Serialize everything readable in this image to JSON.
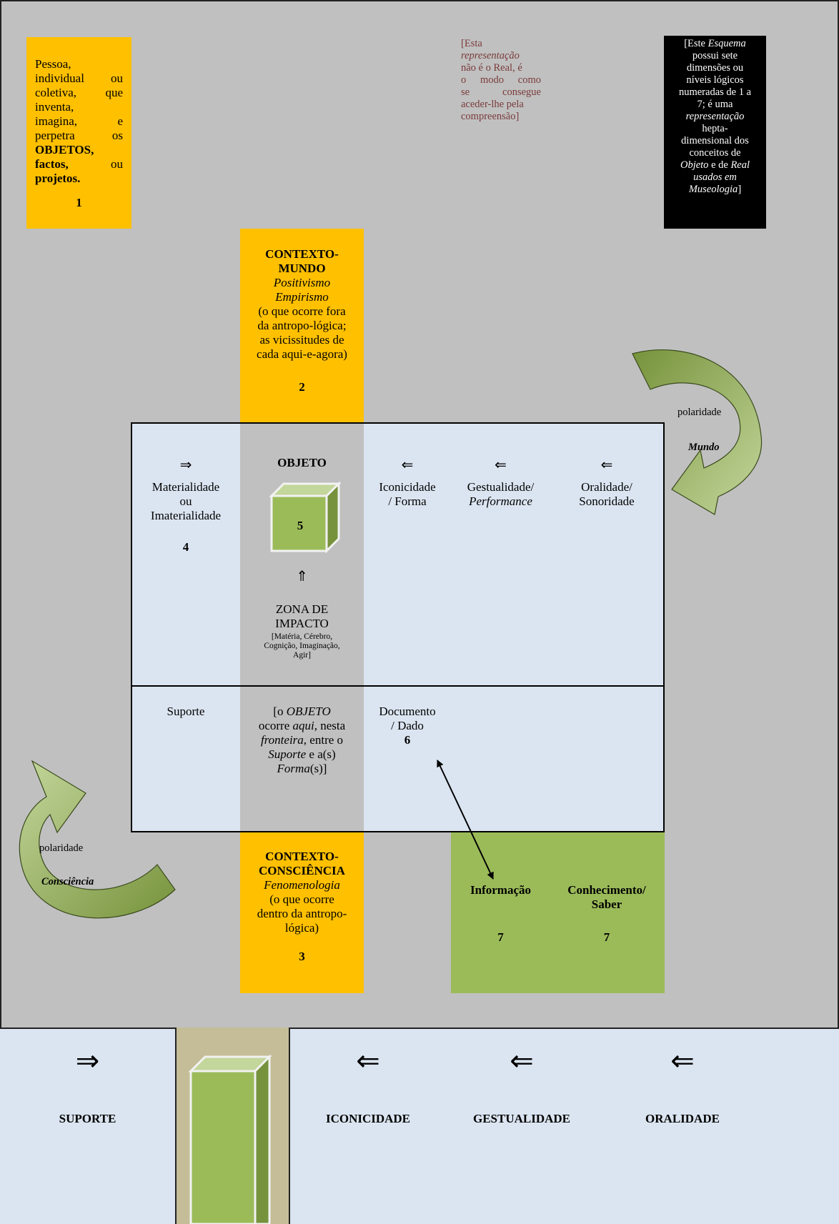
{
  "box1": {
    "lines": [
      [
        "Pessoa,"
      ],
      [
        "individual",
        "ou"
      ],
      [
        "coletiva,",
        "que"
      ],
      [
        "inventa,"
      ],
      [
        "imagina,",
        "e"
      ],
      [
        "perpetra",
        "os"
      ],
      [
        "OBJETOS,"
      ],
      [
        "factos,",
        "ou"
      ],
      [
        "projetos."
      ]
    ],
    "number": "1"
  },
  "note_real": {
    "l1": "[Esta",
    "l2": "representação",
    "l3": "não é o Real, é",
    "l4a": "o",
    "l4b": "modo",
    "l4c": "como",
    "l5a": "se",
    "l5b": "consegue",
    "l6": "aceder-lhe pela",
    "l7": "compreensão]"
  },
  "note_schema": {
    "l1a": "[Este ",
    "l1b": "Esquema",
    "l2": "possui sete",
    "l3": "dimensões ou",
    "l4": "níveis lógicos",
    "l5": "numeradas de 1 a",
    "l6": "7; é uma",
    "l7": "representação",
    "l8": "hepta-",
    "l9": "dimensional dos",
    "l10": "conceitos de",
    "l11a": "Objeto",
    "l11b": " e de ",
    "l11c": "Real",
    "l12": "usados em",
    "l13a": "Museologia",
    "l13b": "]"
  },
  "box2": {
    "title1": "CONTEXTO-",
    "title2": "MUNDO",
    "it1": "Positivismo",
    "it2": "Empirismo",
    "l1": "(o que ocorre fora",
    "l2": "da antropo-lógica;",
    "l3": "as vicissitudes de",
    "l4": "cada aqui-e-agora)",
    "number": "2"
  },
  "box3": {
    "title1": "CONTEXTO-",
    "title2": "CONSCIÊNCIA",
    "it1": "Fenomenologia",
    "l1": "(o que ocorre",
    "l2": "dentro da antropo-",
    "l3": "lógica)",
    "number": "3"
  },
  "col4": {
    "arrow": "⇒",
    "l1": "Materialidade",
    "l2": "ou",
    "l3": "Imaterialidade",
    "number": "4",
    "suporte": "Suporte"
  },
  "col5": {
    "title": "OBJETO",
    "number": "5",
    "arrow_up": "⇑",
    "zona1": "ZONA DE",
    "zona2": "IMPACTO",
    "z1": "[Matéria, Cérebro,",
    "z2": "Cognição, Imaginação,",
    "z3": "Agir]",
    "f1a": "[o ",
    "f1b": "OBJETO",
    "f2a": "ocorre ",
    "f2b": "aqui",
    "f2c": ", nesta",
    "f3a": "fronteira",
    "f3b": ", entre o",
    "f4a": "Suporte",
    "f4b": " e a(s)",
    "f5a": "Forma",
    "f5b": "(s)]"
  },
  "col_icon": {
    "arrow": "⇐",
    "l1": "Iconicidade",
    "l2": "/ Forma",
    "doc1": "Documento",
    "doc2": "/ Dado",
    "number": "6"
  },
  "col_gest": {
    "arrow": "⇐",
    "l1": "Gestualidade/",
    "l2": "Performance"
  },
  "col_oral": {
    "arrow": "⇐",
    "l1": "Oralidade/",
    "l2": "Sonoridade"
  },
  "green": {
    "info": "Informação",
    "info_num": "7",
    "con1": "Conhecimento/",
    "con2": "Saber",
    "con_num": "7"
  },
  "polarity_mundo": {
    "l1": "polaridade",
    "l2": "Mundo"
  },
  "polarity_consc": {
    "l1": "polaridade",
    "l2": "Consciência"
  },
  "bottom": {
    "c1_arrow": "⇒",
    "c1_label": "SUPORTE",
    "c3_arrow": "⇐",
    "c3_label": "ICONICIDADE",
    "c4_arrow": "⇐",
    "c4_label": "GESTUALIDADE",
    "c5_arrow": "⇐",
    "c5_label": "ORALIDADE"
  },
  "colors": {
    "orange": "#ffc000",
    "green": "#9bbb59",
    "pale_blue": "#dbe5f1",
    "grey": "#c0c0c0",
    "note_text": "#7a3a3a",
    "cube": "#9bbb59"
  }
}
